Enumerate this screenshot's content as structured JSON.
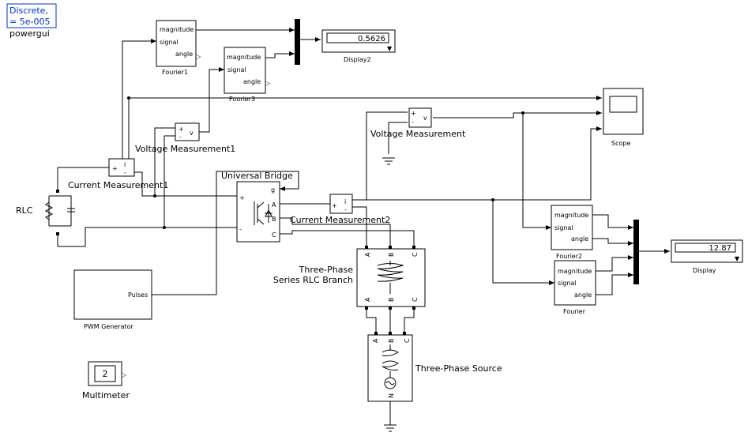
{
  "powergui": {
    "mode_line1": "Discrete,",
    "mode_line2": "= 5e-005",
    "label": "powergui"
  },
  "fourier1": {
    "label": "Fourier1",
    "in_port": "signal",
    "out_mag": "magnitude",
    "out_angle": "angle"
  },
  "fourier3": {
    "label": "Fourier3",
    "in_port": "signal",
    "out_mag": "magnitude",
    "out_angle": "angle"
  },
  "fourier2": {
    "label": "Fourier2",
    "in_port": "signal",
    "out_mag": "magnitude",
    "out_angle": "angle"
  },
  "fourier": {
    "label": "Fourier",
    "in_port": "signal",
    "out_mag": "magnitude",
    "out_angle": "angle"
  },
  "display2": {
    "label": "Display2",
    "value": "0.5626"
  },
  "display": {
    "label": "Display",
    "value": "12.87"
  },
  "scope": {
    "label": "Scope"
  },
  "voltage_measurement1": {
    "label": "Voltage Measurement1",
    "plus": "+",
    "minus": "-",
    "out": "v"
  },
  "voltage_measurement": {
    "label": "Voltage Measurement",
    "plus": "+",
    "minus": "-",
    "out": "v"
  },
  "current_measurement1": {
    "label": "Current Measurement1",
    "plus": "+",
    "minus": "-",
    "out": "i"
  },
  "current_measurement2": {
    "label": "Current Measurement2",
    "plus": "+",
    "minus": "-",
    "out": "i"
  },
  "rlc": {
    "label": "RLC"
  },
  "universal_bridge": {
    "label": "Universal Bridge",
    "port_plus": "+",
    "port_minus": "-",
    "port_g": "g",
    "port_a": "A",
    "port_b": "B",
    "port_c": "C"
  },
  "pwm": {
    "label": "PWM Generator",
    "out": "Pulses"
  },
  "rlc_branch": {
    "label_line1": "Three-Phase",
    "label_line2": "Series RLC Branch",
    "top_a": "A",
    "top_b": "B",
    "top_c": "C",
    "bot_a": "A",
    "bot_b": "B",
    "bot_c": "C"
  },
  "source": {
    "label": "Three-Phase Source",
    "port_a": "A",
    "port_b": "B",
    "port_c": "C",
    "port_n": "N"
  },
  "multimeter": {
    "label": "Multimeter",
    "value": "2"
  }
}
